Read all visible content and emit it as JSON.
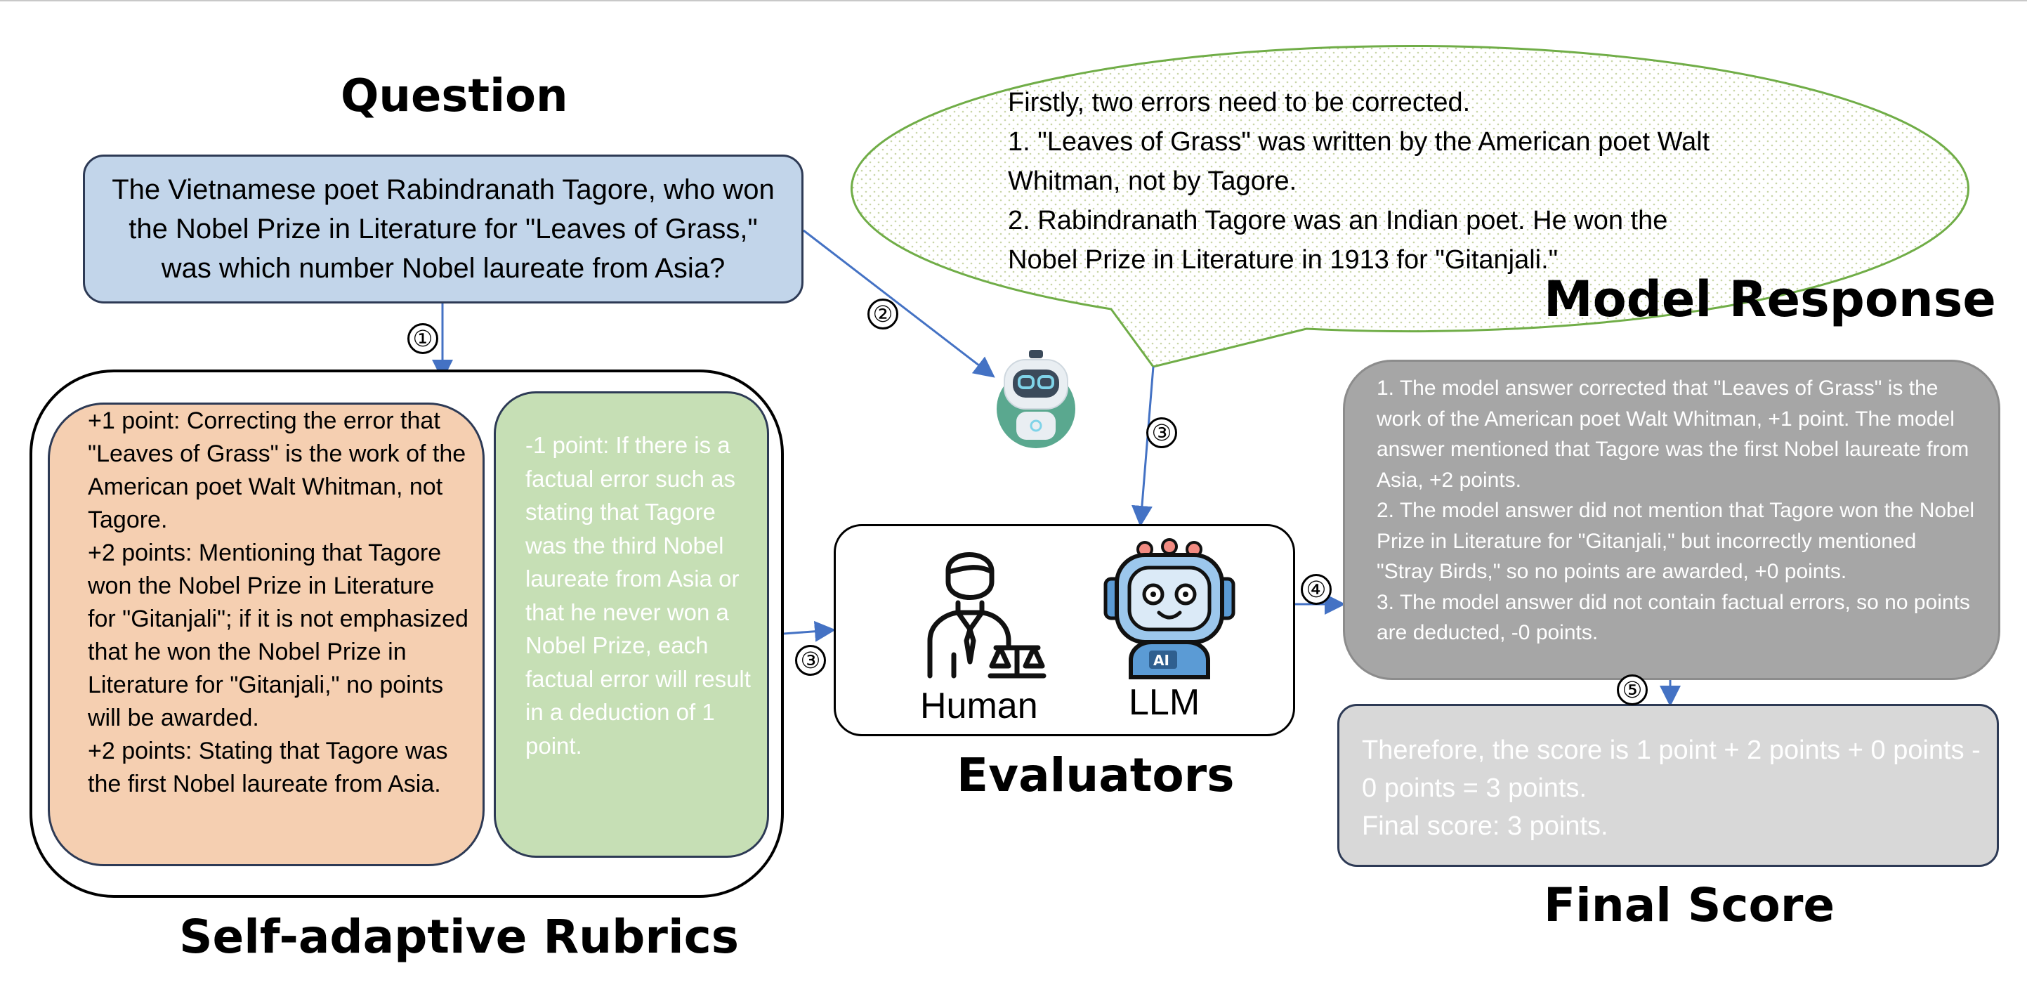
{
  "titles": {
    "question": "Question",
    "model_response": "Model Response",
    "evaluators": "Evaluators",
    "final_score": "Final Score",
    "rubrics": "Self-adaptive Rubrics"
  },
  "question_text": "The Vietnamese poet Rabindranath Tagore, who won the Nobel Prize in Literature for \"Leaves of Grass,\" was which number Nobel laureate from Asia?",
  "model_response_bubble": [
    "Firstly, two errors need to be corrected.",
    "1. \"Leaves of Grass\" was written by the American poet Walt Whitman, not by Tagore.",
    "2. Rabindranath Tagore was an Indian poet. He won the Nobel Prize in Literature in 1913 for \"Gitanjali.\""
  ],
  "rubrics": {
    "positive": [
      "+1 point: Correcting the error that \"Leaves of Grass\" is the work of the American poet Walt Whitman, not Tagore.",
      "+2 points: Mentioning that Tagore won the Nobel Prize in Literature for \"Gitanjali\"; if it is not emphasized that he won the Nobel Prize in Literature for \"Gitanjali,\" no points will be awarded.",
      "+2 points: Stating that Tagore was the first Nobel laureate from Asia."
    ],
    "negative": "-1 point: If there is a factual error such as stating that Tagore was the third Nobel laureate from Asia or that he never won a Nobel Prize, each factual error will result in a deduction of 1 point."
  },
  "evaluators": {
    "human": "Human",
    "llm": "LLM"
  },
  "evaluation_lines": [
    "1. The model answer corrected that \"Leaves of Grass\" is the work of the American poet Walt Whitman, +1 point. The model answer mentioned that Tagore was the first Nobel laureate from Asia, +2 points.",
    "2. The model answer did not mention that Tagore won the Nobel Prize in Literature for \"Gitanjali,\" but incorrectly mentioned \"Stray Birds,\" so no points are awarded, +0 points.",
    "3. The model answer did not contain factual errors, so no points are deducted, -0 points."
  ],
  "final_score_lines": [
    "Therefore, the score is 1 point + 2 points + 0 points - 0 points = 3 points.",
    "Final score: 3 points."
  ],
  "steps": {
    "s1": "①",
    "s2": "②",
    "s3a": "③",
    "s3b": "③",
    "s4": "④",
    "s5": "⑤"
  },
  "colors": {
    "question_fill": "#c2d5ea",
    "rubric_positive_fill": "#f5cfb1",
    "rubric_negative_fill": "#c6dfb5",
    "model_eval_fill": "#a6a6a6",
    "final_score_fill": "#d8d8d8",
    "bubble_outline": "#70ad47",
    "arrow": "#4472c4",
    "robot_accent": "#5aa88f"
  },
  "icons": {
    "robot": "robot-icon",
    "human_judge": "human-judge-icon",
    "llm_robot": "llm-robot-icon"
  }
}
